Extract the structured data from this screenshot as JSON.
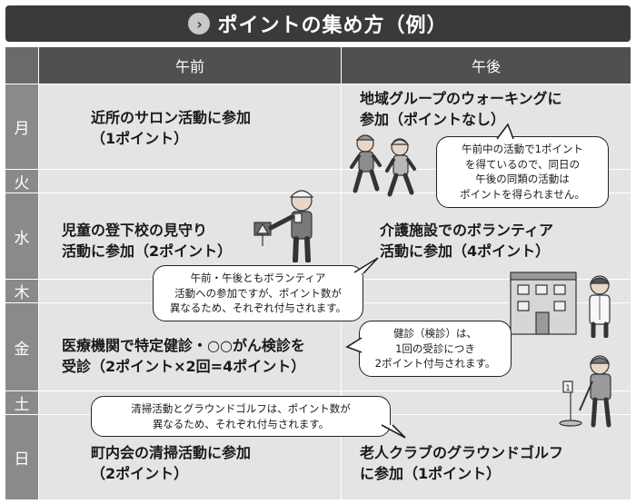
{
  "title": {
    "icon": "chevron-right-icon",
    "text": "ポイントの集め方（例）"
  },
  "headers": {
    "am": "午前",
    "pm": "午後"
  },
  "days": [
    "月",
    "火",
    "水",
    "木",
    "金",
    "土",
    "日"
  ],
  "entries": {
    "mon_am": [
      "近所のサロン活動に参加",
      "（1ポイント）"
    ],
    "mon_pm": [
      "地域グループのウォーキングに",
      "参加（ポイントなし）"
    ],
    "wed_am": [
      "児童の登下校の見守り",
      "活動に参加（2ポイント）"
    ],
    "wed_pm": [
      "介護施設でのボランティア",
      "活動に参加（4ポイント）"
    ],
    "fri_am": [
      "医療機関で特定健診・○○がん検診を",
      "受診（2ポイント×2回=4ポイント）"
    ],
    "sun_am": [
      "町内会の清掃活動に参加",
      "（2ポイント）"
    ],
    "sun_pm": [
      "老人クラブのグラウンドゴルフ",
      "に参加（1ポイント）"
    ]
  },
  "notes": {
    "walking": [
      "午前中の活動で1ポイント",
      "を得ているので、同日の",
      "午後の同類の活動は",
      "ポイントを得られません。"
    ],
    "volunteer": [
      "午前・午後ともボランティア",
      "活動への参加ですが、ポイント数が",
      "異なるため、それぞれ付与されます。"
    ],
    "checkup": [
      "健診（検診）は、",
      "1回の受診につき",
      "2ポイント付与されます。"
    ],
    "cleaning": [
      "清掃活動とグラウンドゴルフは、ポイント数が",
      "異なるため、それぞれ付与されます。"
    ]
  },
  "illustrations": {
    "walkers": "walking-seniors-illustration",
    "guard": "crossing-guard-illustration",
    "facility": "care-facility-illustration",
    "golfer": "ground-golf-illustration",
    "flag_number": "1"
  }
}
